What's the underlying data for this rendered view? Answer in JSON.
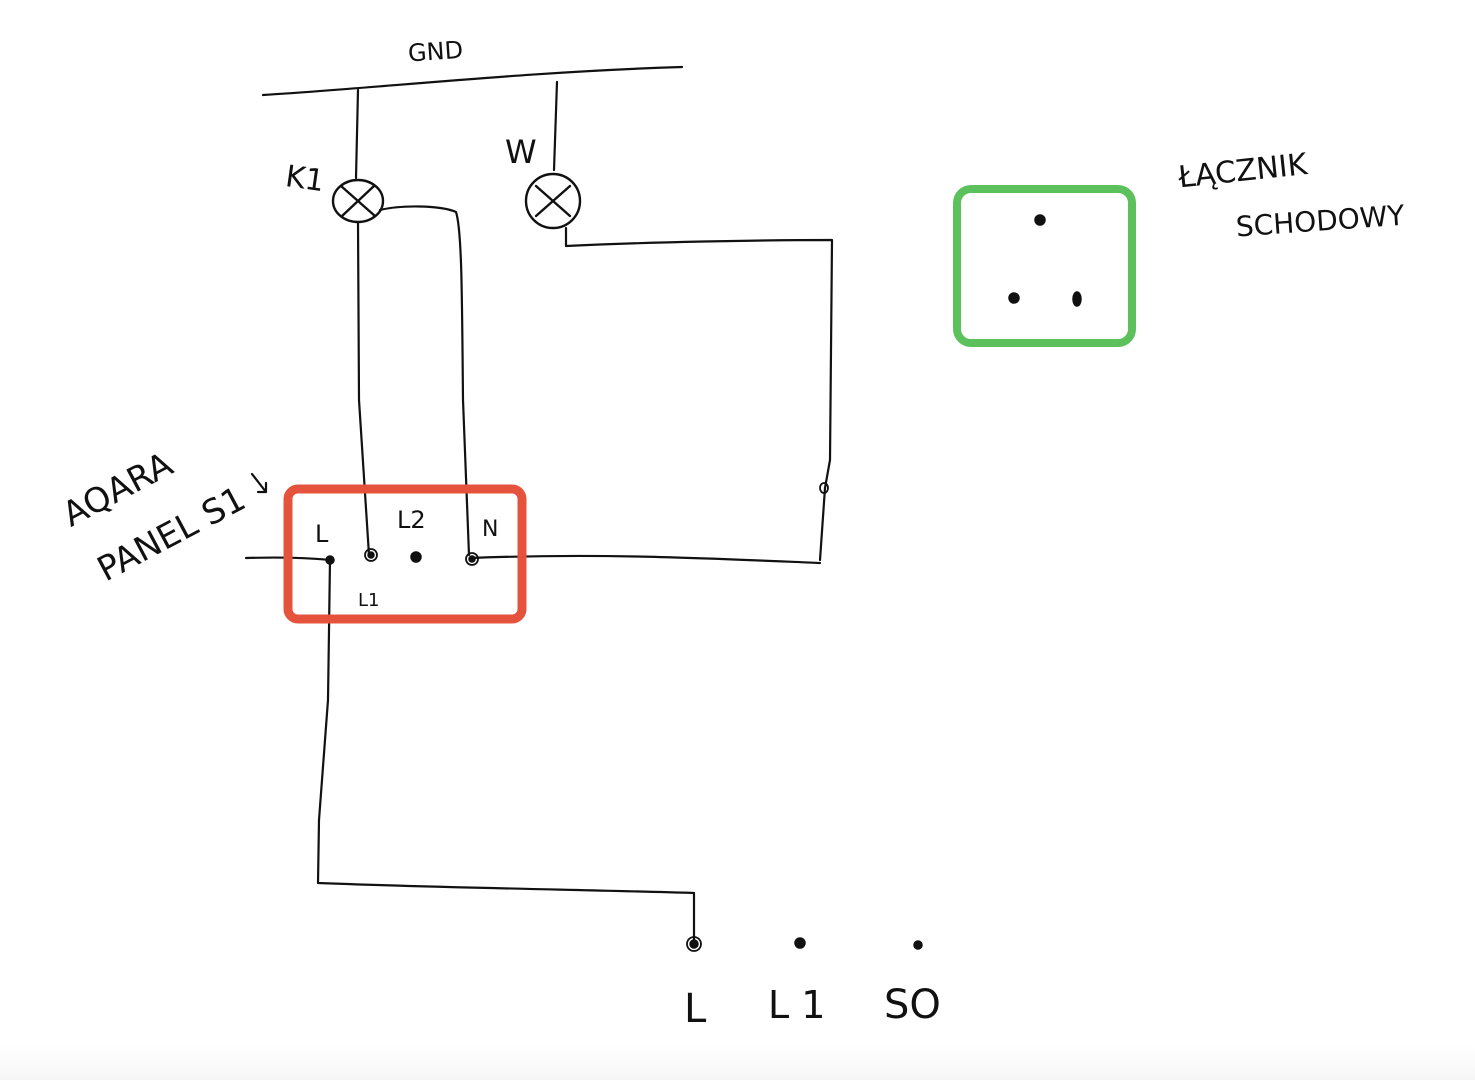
{
  "colors": {
    "ink": "#111111",
    "panel_box": "#e5533d",
    "switch_box": "#5cc15c",
    "background": "#ffffff"
  },
  "labels": {
    "gnd": "GND",
    "lamp_k1": "K1",
    "lamp_w": "W",
    "aqara_line1": "AQARA",
    "aqara_line2": "PANEL S1",
    "switch_line1": "ŁĄCZNIK",
    "switch_line2": "SCHODOWY"
  },
  "panel_terminals": {
    "l": "L",
    "l1": "L1",
    "l2": "L2",
    "n": "N"
  },
  "switch_terminals": {
    "l": "L",
    "l1": "L 1",
    "so": "SO"
  }
}
